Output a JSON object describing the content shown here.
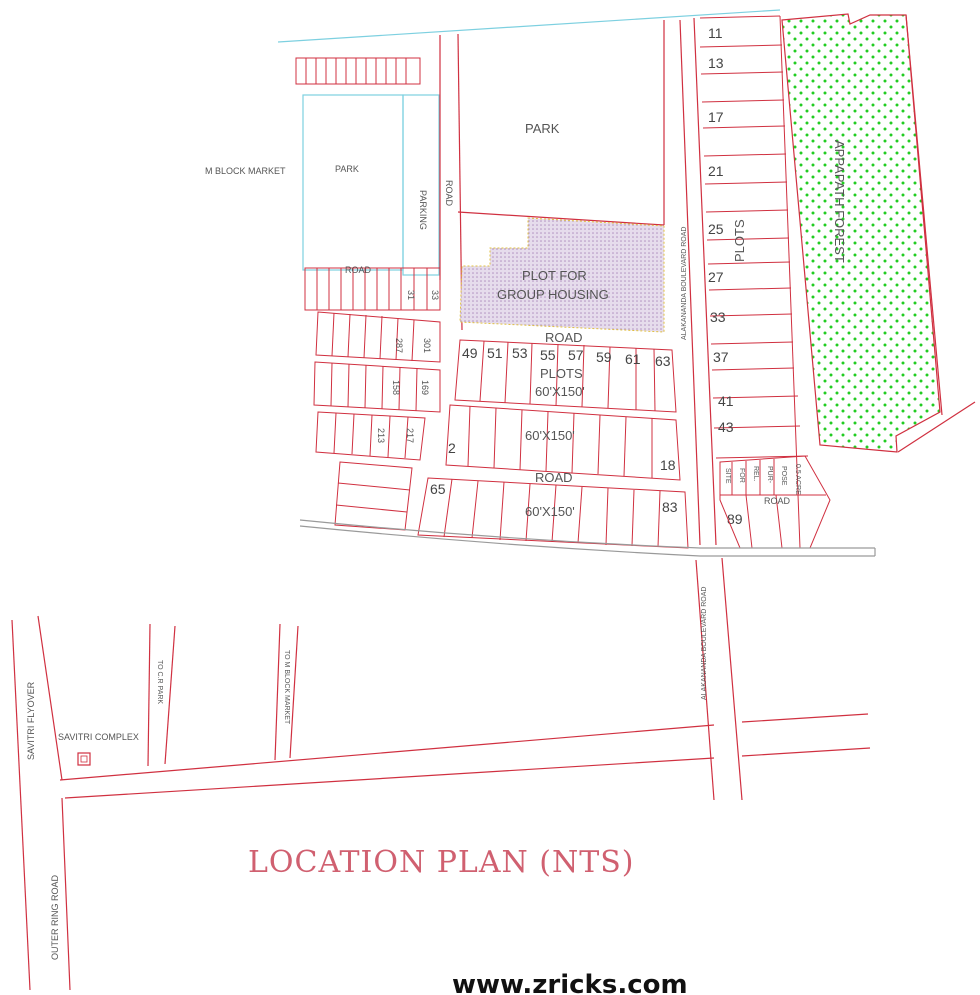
{
  "title": "LOCATION PLAN (NTS)",
  "watermark": "www.zricks.com",
  "labels": {
    "park_main": "PARK",
    "park_small": "PARK",
    "m_block_market": "M BLOCK MARKET",
    "parking": "PARKING",
    "road_vertical": "ROAD",
    "road_left": "ROAD",
    "road_mid": "ROAD",
    "road_bottom": "ROAD",
    "road_right": "ROAD",
    "group_housing_1": "PLOT FOR",
    "group_housing_2": "GROUP HOUSING",
    "plots_mid": "PLOTS",
    "plot_size_1": "60'X150'",
    "plot_size_2": "60'X150'",
    "plot_size_3": "60'X150'",
    "plots_right": "PLOTS",
    "forest": "APPAPATH FOREST",
    "main_road_top": "ALAKANANDA BOULEVARD ROAD",
    "main_road_bottom": "ALAKANANDA BOULEVARD ROAD",
    "savitri_flyover": "SAVITRI FLYOVER",
    "outer_ring_road": "OUTER RING ROAD",
    "savitri_complex": "SAVITRI COMPLEX",
    "to_cr_park": "TO C.R PARK",
    "to_m_block_market": "TO M BLOCK MARKET",
    "side_labels": [
      "SITE",
      "FOR",
      "REL.",
      "PUR-",
      "POSE",
      "0.5 ACRE"
    ]
  },
  "plot_numbers": {
    "right_column": [
      "11",
      "13",
      "17",
      "21",
      "25",
      "27",
      "33",
      "37",
      "41",
      "43",
      "89"
    ],
    "row_top": [
      "49",
      "51",
      "53",
      "55",
      "57",
      "59",
      "61",
      "63"
    ],
    "row_mid": [
      "2",
      "18"
    ],
    "row_bottom": [
      "65",
      "83"
    ],
    "left_cluster": [
      "287",
      "301",
      "158",
      "169",
      "213",
      "217",
      "31",
      "33"
    ]
  }
}
